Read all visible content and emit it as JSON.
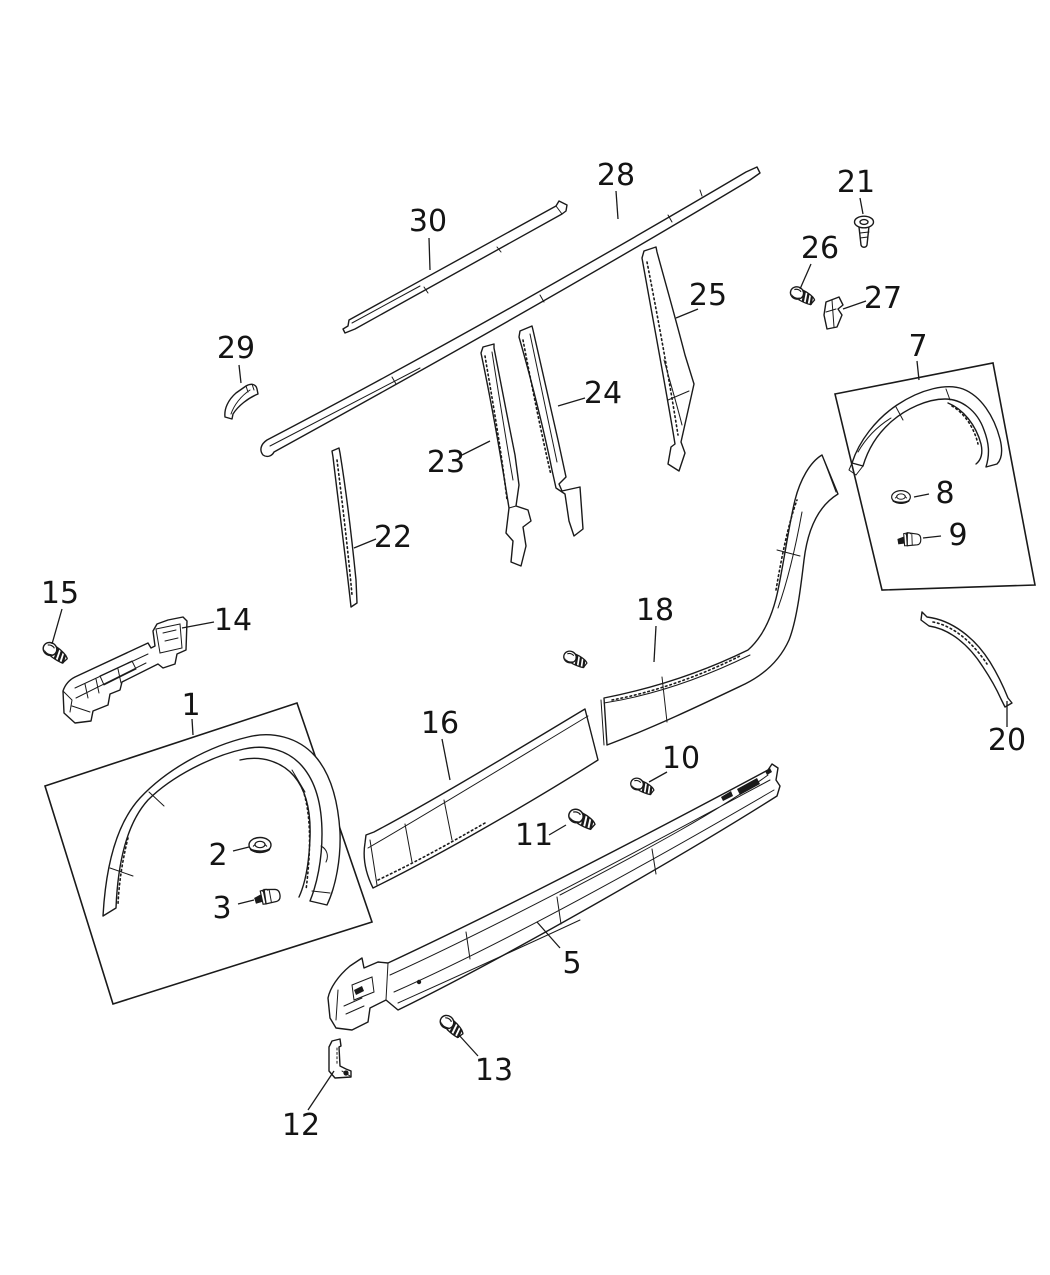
{
  "diagram": {
    "background_color": "#ffffff",
    "line_color": "#1a1a1a",
    "label_color": "#141414",
    "callouts": [
      {
        "number": "1"
      },
      {
        "number": "2"
      },
      {
        "number": "3"
      },
      {
        "number": "5"
      },
      {
        "number": "7"
      },
      {
        "number": "8"
      },
      {
        "number": "9"
      },
      {
        "number": "10"
      },
      {
        "number": "11"
      },
      {
        "number": "12"
      },
      {
        "number": "13"
      },
      {
        "number": "14"
      },
      {
        "number": "15"
      },
      {
        "number": "16"
      },
      {
        "number": "18"
      },
      {
        "number": "20"
      },
      {
        "number": "21"
      },
      {
        "number": "22"
      },
      {
        "number": "23"
      },
      {
        "number": "24"
      },
      {
        "number": "25"
      },
      {
        "number": "26"
      },
      {
        "number": "27"
      },
      {
        "number": "28"
      },
      {
        "number": "29"
      },
      {
        "number": "30"
      }
    ]
  }
}
